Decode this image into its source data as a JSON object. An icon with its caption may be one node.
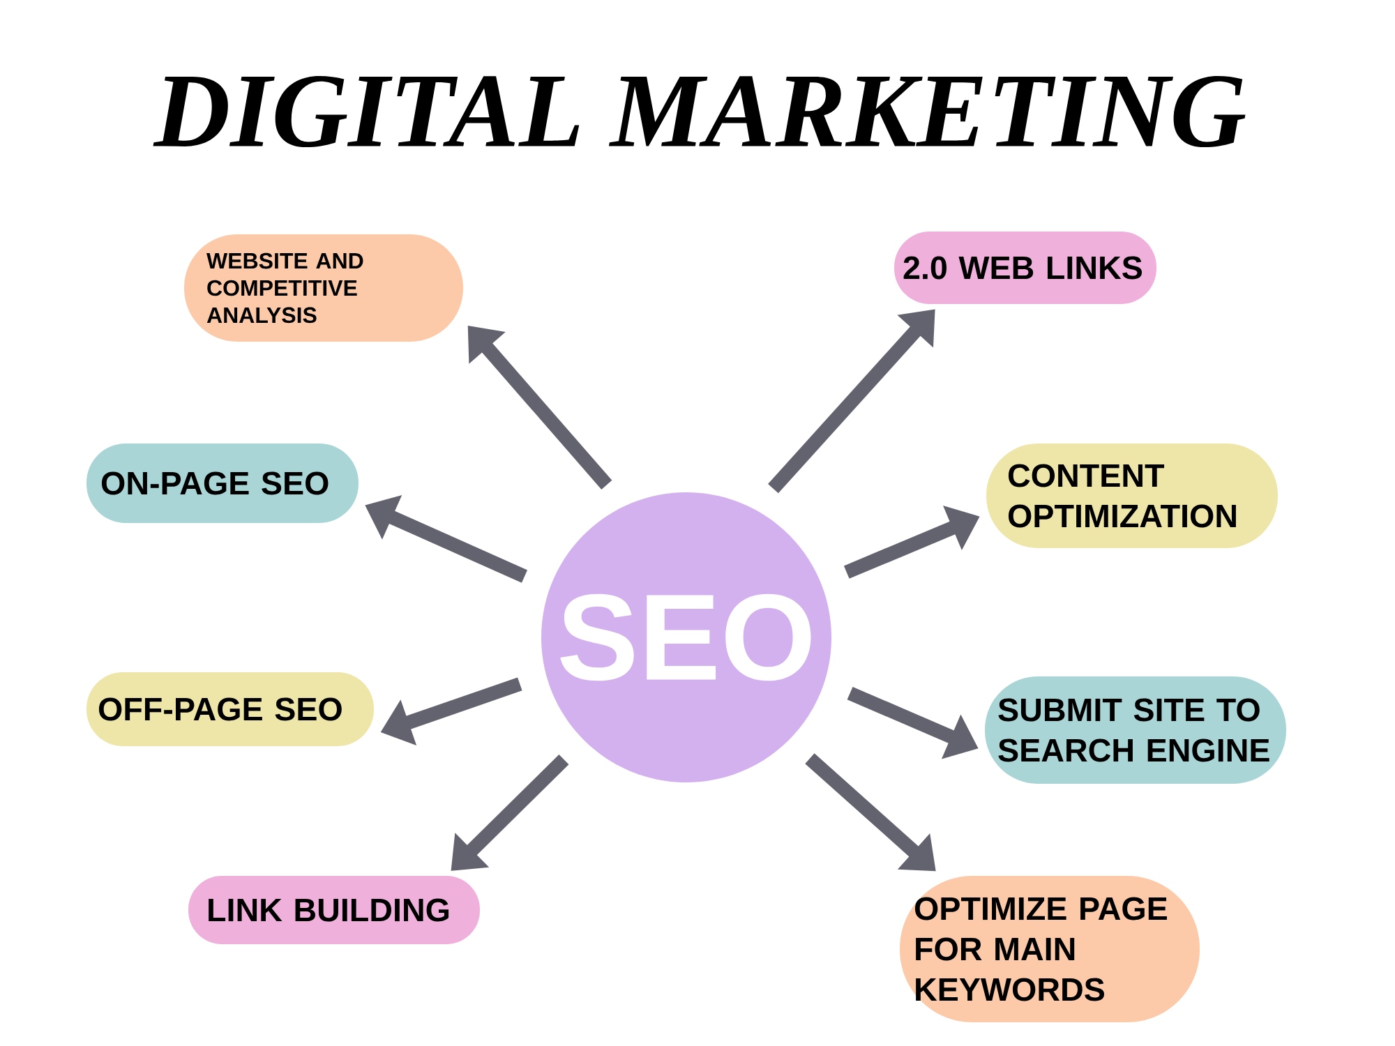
{
  "diagram": {
    "title": "DIGITAL MARKETING",
    "nodes": [
      {
        "text": [
          "WEBSITE AND COMPETITIVE ANALYSIS"
        ]
      },
      {
        "text": [
          "2.0 WEB LINKS"
        ]
      },
      {
        "text": [
          "ON-PAGE SEO"
        ]
      },
      {
        "text": [
          "CONTENT OPTIMIZATION"
        ]
      },
      {
        "text": [
          "SEO"
        ]
      },
      {
        "text": [
          "OFF-PAGE SEO"
        ]
      },
      {
        "text": [
          "SUBMIT SITE TO SEARCH ENGINE"
        ]
      },
      {
        "text": [
          "LINK BUILDING"
        ]
      },
      {
        "text": [
          "OPTIMIZE PAGE FOR MAIN KEYWORDS"
        ]
      }
    ],
    "edges": [
      {
        "from": 4,
        "to": 0,
        "arrow": "to"
      },
      {
        "from": 4,
        "to": 1,
        "arrow": "to"
      },
      {
        "from": 4,
        "to": 2,
        "arrow": "to"
      },
      {
        "from": 4,
        "to": 3,
        "arrow": "to"
      },
      {
        "from": 4,
        "to": 5,
        "arrow": "to"
      },
      {
        "from": 4,
        "to": 6,
        "arrow": "to"
      },
      {
        "from": 4,
        "to": 7,
        "arrow": "to"
      },
      {
        "from": 4,
        "to": 8,
        "arrow": "to"
      }
    ]
  }
}
